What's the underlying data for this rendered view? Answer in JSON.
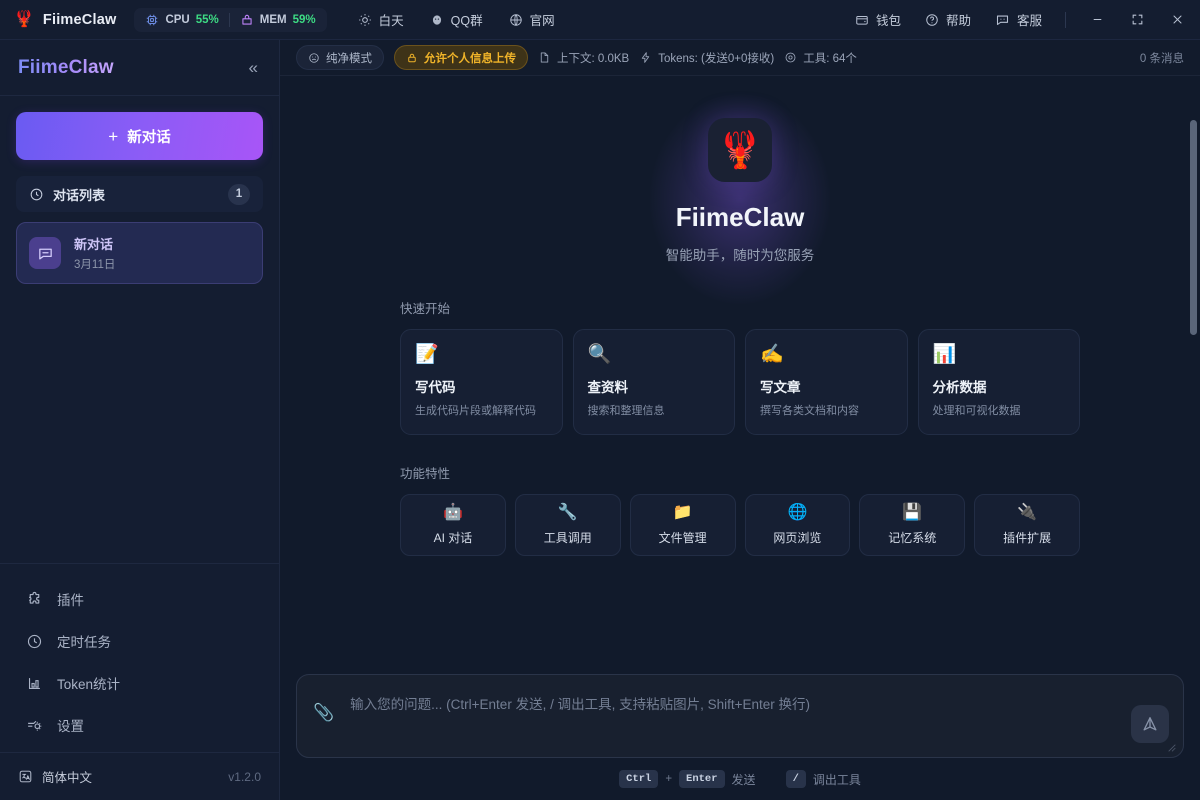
{
  "titlebar": {
    "app_name": "FiimeClaw",
    "logo_icon": "lobster-icon",
    "cpu": {
      "icon": "cpu-chip-icon",
      "label": "CPU",
      "value": "55%",
      "color": "#3ddc84"
    },
    "mem": {
      "icon": "memory-icon",
      "label": "MEM",
      "value": "59%",
      "color": "#3ddc84"
    },
    "links": [
      {
        "icon": "sun-icon",
        "label": "白天"
      },
      {
        "icon": "qq-penguin-icon",
        "label": "QQ群"
      },
      {
        "icon": "globe-icon",
        "label": "官网"
      }
    ],
    "right_links": [
      {
        "icon": "wallet-icon",
        "label": "钱包"
      },
      {
        "icon": "help-circle-icon",
        "label": "帮助"
      },
      {
        "icon": "chat-support-icon",
        "label": "客服"
      }
    ],
    "window_controls": [
      {
        "icon": "minimize-icon",
        "name": "minimize"
      },
      {
        "icon": "maximize-icon",
        "name": "maximize"
      },
      {
        "icon": "close-icon",
        "name": "close"
      }
    ]
  },
  "sidebar": {
    "brand": "FiimeClaw",
    "collapse_icon": "chevron-double-left-icon",
    "new_chat_label": "新对话",
    "conversation_header": {
      "icon": "clock-icon",
      "label": "对话列表",
      "count": "1"
    },
    "conversations": [
      {
        "icon": "chat-bubble-icon",
        "title": "新对话",
        "date": "3月11日"
      }
    ],
    "nav": [
      {
        "icon": "puzzle-icon",
        "label": "插件"
      },
      {
        "icon": "clock-icon",
        "label": "定时任务"
      },
      {
        "icon": "bar-chart-icon",
        "label": "Token统计"
      },
      {
        "icon": "settings-gear-icon",
        "label": "设置"
      }
    ],
    "language": {
      "icon": "translate-icon",
      "label": "简体中文"
    },
    "version": "v1.2.0"
  },
  "toolbar": {
    "chips": [
      {
        "icon": "smiley-icon",
        "label": "纯净模式",
        "style": "normal"
      },
      {
        "icon": "lock-icon",
        "label": "允许个人信息上传",
        "style": "warn"
      }
    ],
    "stats": [
      {
        "icon": "document-icon",
        "label": "上下文: 0.0KB"
      },
      {
        "icon": "lightning-icon",
        "label": "Tokens: (发送0+0接收)"
      },
      {
        "icon": "tool-gear-icon",
        "label": "工具: 64个"
      }
    ],
    "message_count": "0 条消息"
  },
  "hero": {
    "logo_icon": "lobster-icon",
    "title": "FiimeClaw",
    "subtitle": "智能助手，随时为您服务"
  },
  "quick_start": {
    "section_title": "快速开始",
    "cards": [
      {
        "icon": "memo-pencil-icon",
        "name": "写代码",
        "desc": "生成代码片段或解释代码"
      },
      {
        "icon": "magnifier-icon",
        "name": "查资料",
        "desc": "搜索和整理信息"
      },
      {
        "icon": "writing-hand-icon",
        "name": "写文章",
        "desc": "撰写各类文档和内容"
      },
      {
        "icon": "bar-chart-icon",
        "name": "分析数据",
        "desc": "处理和可视化数据"
      }
    ]
  },
  "features": {
    "section_title": "功能特性",
    "items": [
      {
        "icon": "robot-icon",
        "label": "AI 对话"
      },
      {
        "icon": "wrench-icon",
        "label": "工具调用"
      },
      {
        "icon": "folder-icon",
        "label": "文件管理"
      },
      {
        "icon": "globe-icon",
        "label": "网页浏览"
      },
      {
        "icon": "floppy-disk-icon",
        "label": "记忆系统"
      },
      {
        "icon": "plug-icon",
        "label": "插件扩展"
      }
    ]
  },
  "composer": {
    "attach_icon": "paperclip-icon",
    "placeholder": "输入您的问题... (Ctrl+Enter 发送, / 调出工具, 支持粘贴图片, Shift+Enter 换行)",
    "value": "",
    "send_icon": "send-plane-icon",
    "hints": {
      "key1": "Ctrl",
      "plus": "+",
      "key2": "Enter",
      "action1": "发送",
      "key3": "/",
      "action2": "调出工具"
    }
  }
}
